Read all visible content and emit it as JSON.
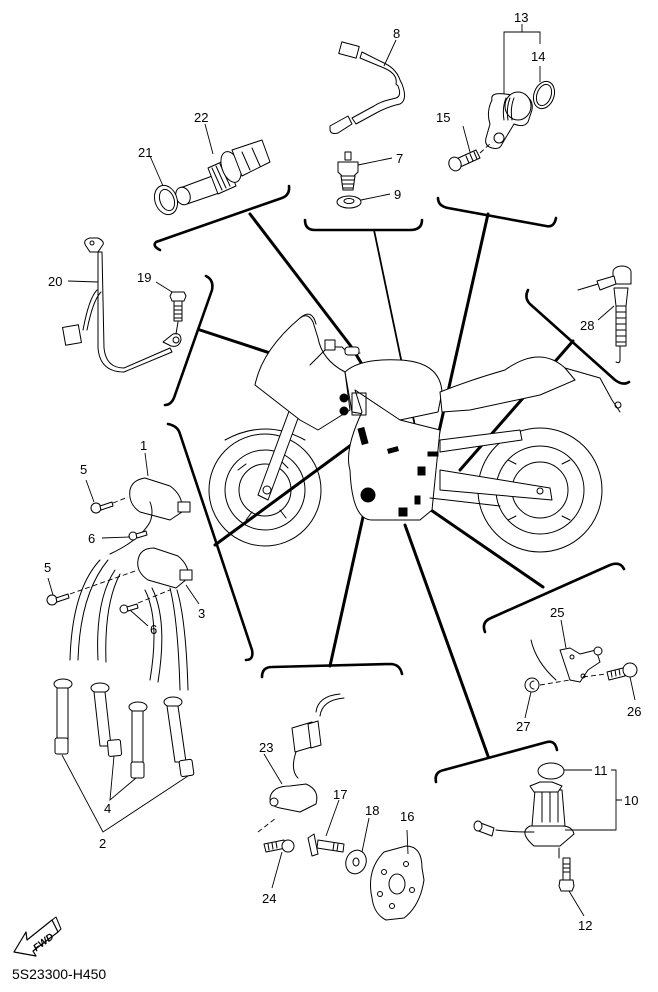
{
  "diagram": {
    "title": "Electrical parts exploded view",
    "drawing_code": "5S23300-H450",
    "direction_indicator": "FWD",
    "callouts": {
      "c1": "1",
      "c2": "2",
      "c3": "3",
      "c4": "4",
      "c5a": "5",
      "c5b": "5",
      "c6a": "6",
      "c6b": "6",
      "c7": "7",
      "c8": "8",
      "c9": "9",
      "c10": "10",
      "c11": "11",
      "c12": "12",
      "c13": "13",
      "c14": "14",
      "c15": "15",
      "c16": "16",
      "c17": "17",
      "c18": "18",
      "c19": "19",
      "c20": "20",
      "c21": "21",
      "c22": "22",
      "c23": "23",
      "c24": "24",
      "c25": "25",
      "c26": "26",
      "c27": "27",
      "c28": "28"
    },
    "groups": [
      {
        "id": "ignition-coils",
        "parts": [
          "1",
          "2",
          "3",
          "4",
          "5",
          "6"
        ]
      },
      {
        "id": "temperature-sensor",
        "parts": [
          "21",
          "22"
        ]
      },
      {
        "id": "oil-pressure-switch",
        "parts": [
          "7",
          "8",
          "9"
        ]
      },
      {
        "id": "speed-sensor",
        "parts": [
          "13",
          "14",
          "15"
        ]
      },
      {
        "id": "ground-lead",
        "parts": [
          "19",
          "20"
        ]
      },
      {
        "id": "stop-switch",
        "parts": [
          "28"
        ]
      },
      {
        "id": "neutral-switch",
        "parts": [
          "25",
          "26",
          "27"
        ]
      },
      {
        "id": "pickup-coil",
        "parts": [
          "16",
          "17",
          "18",
          "23",
          "24"
        ]
      },
      {
        "id": "oil-level-switch",
        "parts": [
          "10",
          "11",
          "12"
        ]
      }
    ]
  }
}
